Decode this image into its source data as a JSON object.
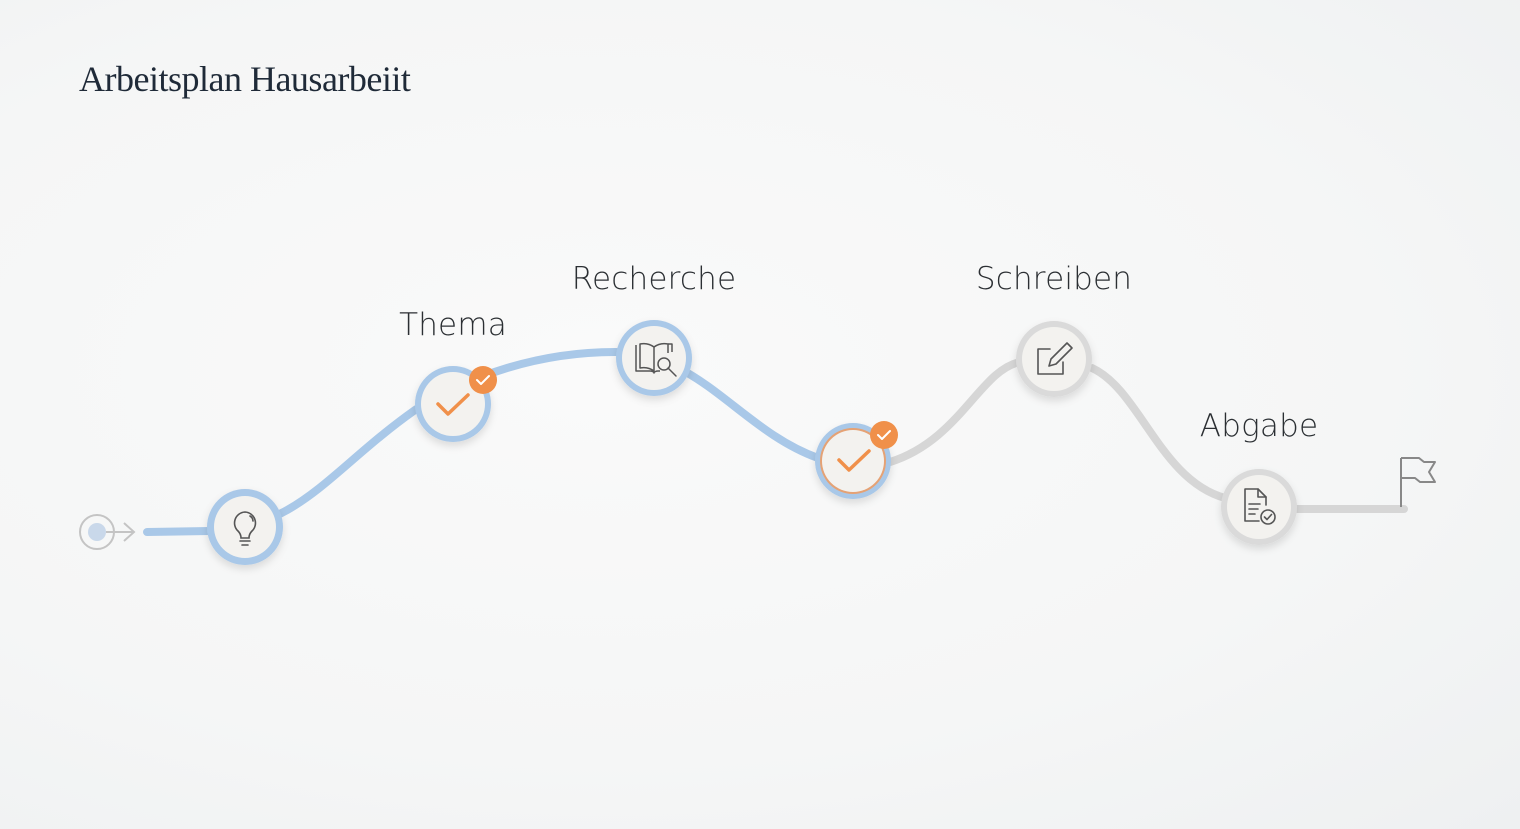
{
  "title": "Arbeitsplan Hausarbeiit",
  "colors": {
    "path_done": "#a9c8e8",
    "path_todo": "#d6d6d6",
    "ring_done": "#a9c8e8",
    "ring_todo": "#d9d9d9",
    "accent": "#f0904a",
    "node_fill": "#f3f2ef",
    "icon": "#555555",
    "text": "#2b2f33"
  },
  "start": {
    "icon": "start-arrow-icon"
  },
  "milestones": [
    {
      "label": "",
      "icon": "lightbulb-icon",
      "state": "done"
    },
    {
      "label": "Thema",
      "icon": "checkmark-icon",
      "state": "done",
      "badge": "check-badge-icon"
    },
    {
      "label": "Recherche",
      "icon": "book-search-icon",
      "state": "done"
    },
    {
      "label": "",
      "icon": "checkmark-icon",
      "state": "current",
      "badge": "check-badge-icon"
    },
    {
      "label": "Schreiben",
      "icon": "edit-icon",
      "state": "todo"
    },
    {
      "label": "Abgabe",
      "icon": "document-check-icon",
      "state": "todo"
    }
  ],
  "end": {
    "icon": "finish-flag-icon"
  }
}
